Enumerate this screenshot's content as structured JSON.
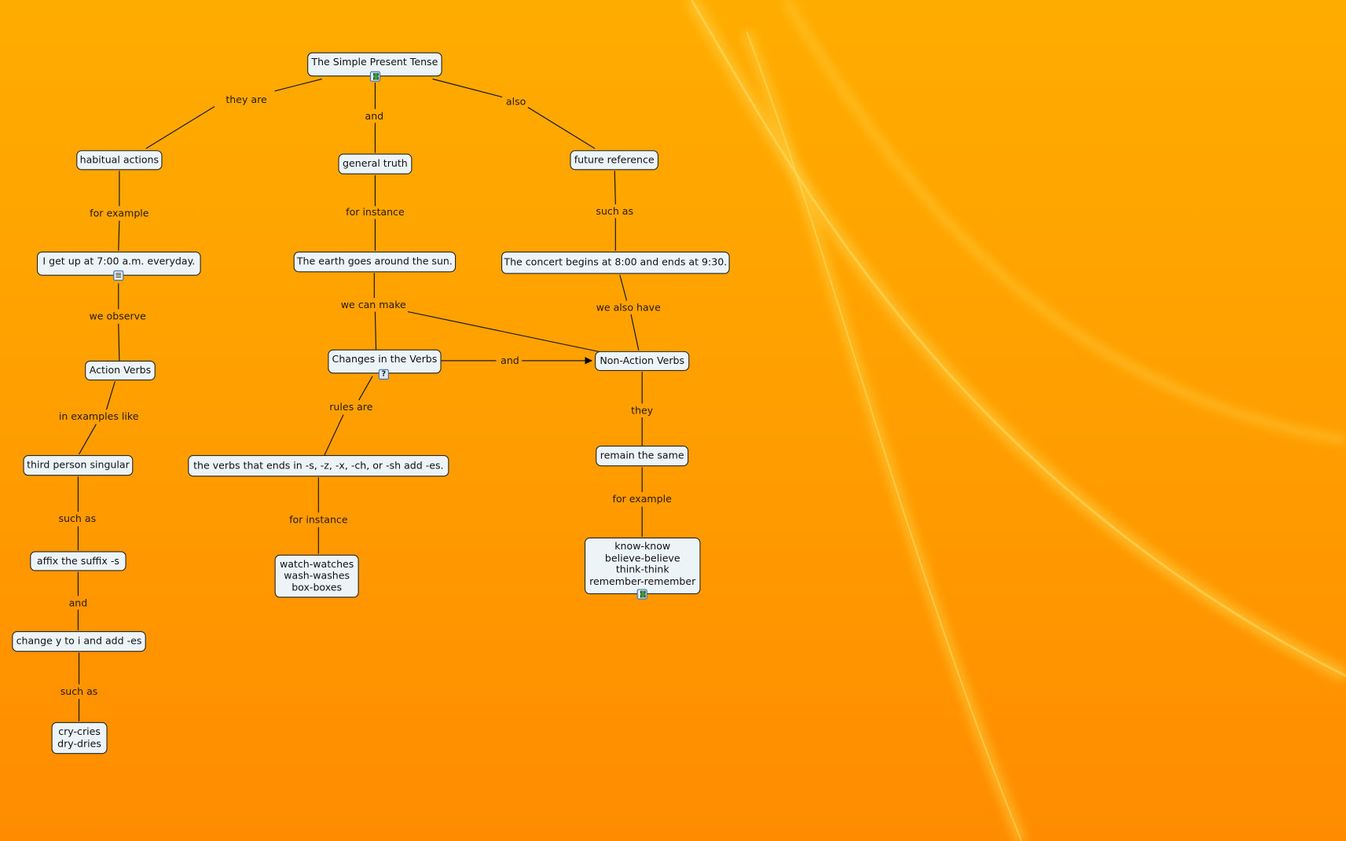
{
  "nodes": {
    "root": "The Simple Present Tense",
    "habitual": "habitual actions",
    "general": "general truth",
    "future": "future reference",
    "getup": "I get up at 7:00 a.m. everyday.",
    "earth": "The earth goes around the sun.",
    "concert": "The concert begins at 8:00 and ends at 9:30.",
    "action": "Action Verbs",
    "changes": "Changes in the Verbs",
    "nonaction": "Non-Action Verbs",
    "third": "third person singular",
    "verbs_es": "the verbs that ends in -s, -z, -x, -ch, or -sh add -es.",
    "remain": "remain the same",
    "affix": "affix the suffix -s",
    "watch": [
      "watch-watches",
      "wash-washes",
      "box-boxes"
    ],
    "know": [
      "know-know",
      "believe-believe",
      "think-think",
      "remember-remember"
    ],
    "changey": "change y to i and add -es",
    "cry": [
      "cry-cries",
      "dry-dries"
    ]
  },
  "links": {
    "they_are": "they are",
    "and1": "and",
    "also": "also",
    "for_example1": "for example",
    "for_instance1": "for instance",
    "such_as1": "such as",
    "we_observe": "we observe",
    "we_can_make": "we can make",
    "we_also_have": "we also have",
    "and2": "and",
    "they": "they",
    "in_examples_like": "in examples like",
    "rules_are": "rules are",
    "for_example2": "for example",
    "such_as2": "such as",
    "for_instance2": "for instance",
    "and3": "and",
    "such_as3": "such as"
  },
  "icons": {
    "root": "video-resource-icon",
    "getup": "image-document-icon",
    "changes": "help-document-icon",
    "know": "video-resource-icon"
  },
  "colors": {
    "bg_top": "#ffac00",
    "bg_bottom": "#ff8c00",
    "node_fill": "#edf4f8"
  }
}
